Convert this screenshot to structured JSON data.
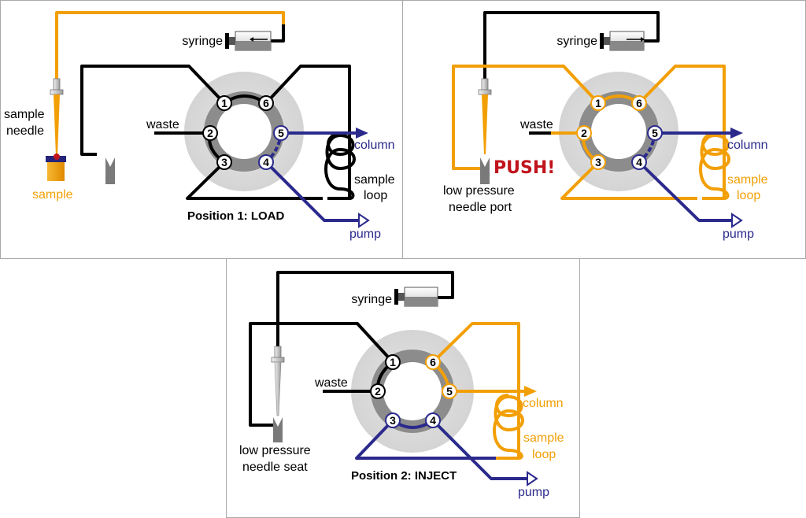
{
  "colors": {
    "black": "#000000",
    "orange": "#f29f05",
    "blue": "#2b2a8c",
    "valve_outer": "#dcdcdc",
    "valve_mid": "#8c8c8c",
    "push_red": "#c0131b"
  },
  "panel1": {
    "title": "Position 1: LOAD",
    "syringe": "syringe",
    "sample_needle_1": "sample",
    "sample_needle_2": "needle",
    "sample": "sample",
    "waste": "waste",
    "column": "column",
    "loop_1": "sample",
    "loop_2": "loop",
    "pump": "pump",
    "ports": [
      "1",
      "2",
      "3",
      "4",
      "5",
      "6"
    ]
  },
  "panel2": {
    "syringe": "syringe",
    "push": "PUSH!",
    "port_1": "low pressure",
    "port_2": "needle port",
    "waste": "waste",
    "column": "column",
    "loop_1": "sample",
    "loop_2": "loop",
    "pump": "pump",
    "ports": [
      "1",
      "2",
      "3",
      "4",
      "5",
      "6"
    ]
  },
  "panel3": {
    "title": "Position 2: INJECT",
    "syringe": "syringe",
    "seat_1": "low pressure",
    "seat_2": "needle seat",
    "waste": "waste",
    "column": "column",
    "loop_1": "sample",
    "loop_2": "loop",
    "pump": "pump",
    "ports": [
      "1",
      "2",
      "3",
      "4",
      "5",
      "6"
    ]
  }
}
